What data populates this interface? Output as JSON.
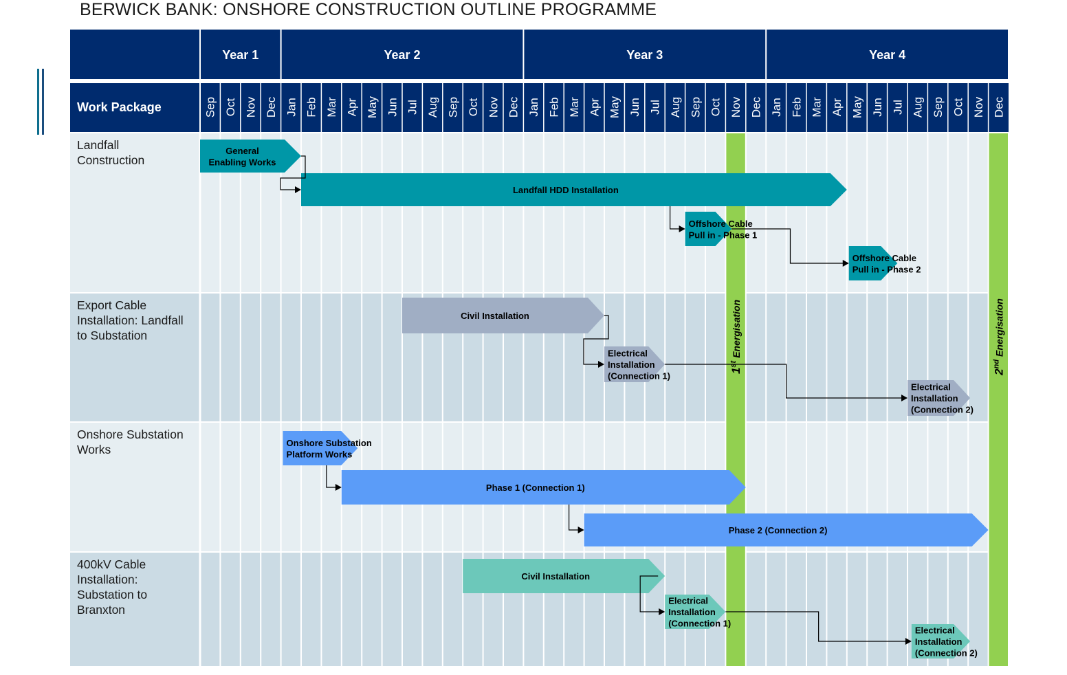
{
  "title": "BERWICK BANK: ONSHORE CONSTRUCTION OUTLINE PROGRAMME",
  "colors": {
    "header": "#002b6e",
    "green": "#92d050",
    "teal": "#0097a7",
    "slate": "#a0aec4",
    "blue": "#5b9cf8",
    "mint": "#6cc8ba",
    "row_light": "#e6eef2",
    "row_dark": "#cbdbe4"
  },
  "chart_data": {
    "type": "gantt",
    "title": "BERWICK BANK: ONSHORE CONSTRUCTION OUTLINE PROGRAMME",
    "column_header": "Work Package",
    "years": [
      {
        "label": "Year 1",
        "start": 0,
        "end": 4
      },
      {
        "label": "Year 2",
        "start": 4,
        "end": 16
      },
      {
        "label": "Year 3",
        "start": 16,
        "end": 28
      },
      {
        "label": "Year 4",
        "start": 28,
        "end": 40
      }
    ],
    "months": [
      "Sep",
      "Oct",
      "Nov",
      "Dec",
      "Jan",
      "Feb",
      "Mar",
      "Apr",
      "May",
      "Jun",
      "Jul",
      "Aug",
      "Sep",
      "Oct",
      "Nov",
      "Dec",
      "Jan",
      "Feb",
      "Mar",
      "Apr",
      "May",
      "Jun",
      "Jul",
      "Aug",
      "Sep",
      "Oct",
      "Nov",
      "Dec",
      "Jan",
      "Feb",
      "Mar",
      "Apr",
      "May",
      "Jun",
      "Jul",
      "Aug",
      "Sep",
      "Oct",
      "Nov",
      "Dec"
    ],
    "milestones": [
      {
        "id": "m1",
        "month": 26,
        "sup": "st",
        "label": "Energisation",
        "num": "1"
      },
      {
        "id": "m2",
        "month": 39,
        "sup": "nd",
        "label": "Energisation",
        "num": "2"
      }
    ],
    "work_packages": [
      {
        "name": "Landfall Construction",
        "name_lines": [
          "Landfall",
          "Construction"
        ],
        "tasks": [
          {
            "id": "t1",
            "label_lines": [
              "General",
              "Enabling Works"
            ],
            "start": 0,
            "end": 5,
            "color": "teal",
            "lane": 0,
            "align": "center"
          },
          {
            "id": "t2",
            "label_lines": [
              "Landfall HDD Installation"
            ],
            "start": 5,
            "end": 32,
            "color": "teal",
            "lane": 1,
            "align": "center"
          },
          {
            "id": "t3",
            "label_lines": [
              "Offshore Cable",
              "Pull in - Phase 1"
            ],
            "start": 24,
            "end": 26.3,
            "color": "teal",
            "lane": 2,
            "align": "left"
          },
          {
            "id": "t4",
            "label_lines": [
              "Offshore Cable",
              "Pull in - Phase 2"
            ],
            "start": 32.1,
            "end": 34.5,
            "color": "teal",
            "lane": 3,
            "align": "left"
          }
        ]
      },
      {
        "name": "Export Cable Installation: Landfall to Substation",
        "name_lines": [
          "Export Cable",
          "Installation: Landfall",
          "to Substation"
        ],
        "tasks": [
          {
            "id": "t5",
            "label_lines": [
              "Civil Installation"
            ],
            "start": 10,
            "end": 20,
            "color": "slate",
            "lane": 0,
            "align": "center"
          },
          {
            "id": "t6",
            "label_lines": [
              "Electrical",
              "Installation",
              "(Connection 1)"
            ],
            "start": 20,
            "end": 23,
            "color": "slate",
            "lane": 1,
            "align": "left"
          },
          {
            "id": "t7",
            "label_lines": [
              "Electrical",
              "Installation",
              "(Connection 2)"
            ],
            "start": 35,
            "end": 38.1,
            "color": "slate",
            "lane": 2,
            "align": "left"
          }
        ]
      },
      {
        "name": "Onshore Substation Works",
        "name_lines": [
          "Onshore Substation",
          "Works"
        ],
        "tasks": [
          {
            "id": "t8",
            "label_lines": [
              "Onshore Substation",
              "Platform Works"
            ],
            "start": 4.1,
            "end": 7.8,
            "color": "blue",
            "lane": 0,
            "align": "left"
          },
          {
            "id": "t9",
            "label_lines": [
              "Phase 1  (Connection 1)"
            ],
            "start": 7,
            "end": 27,
            "color": "blue",
            "lane": 1,
            "align": "center"
          },
          {
            "id": "t10",
            "label_lines": [
              "Phase 2  (Connection 2)"
            ],
            "start": 19,
            "end": 39,
            "color": "blue",
            "lane": 2,
            "align": "center"
          }
        ]
      },
      {
        "name": "400kV Cable Installation: Substation to Branxton",
        "name_lines": [
          "400kV Cable",
          "Installation:",
          "Substation to",
          "Branxton"
        ],
        "tasks": [
          {
            "id": "t11",
            "label_lines": [
              "Civil Installation"
            ],
            "start": 13,
            "end": 23,
            "color": "mint",
            "lane": 0,
            "align": "center"
          },
          {
            "id": "t12",
            "label_lines": [
              "Electrical",
              "Installation",
              "(Connection 1)"
            ],
            "start": 23,
            "end": 26,
            "color": "mint",
            "lane": 1,
            "align": "left"
          },
          {
            "id": "t13",
            "label_lines": [
              "Electrical",
              "Installation",
              "(Connection 2)"
            ],
            "start": 35.2,
            "end": 38.1,
            "color": "mint",
            "lane": 2,
            "align": "left"
          }
        ]
      }
    ],
    "dependencies": [
      {
        "from": "t1",
        "to": "t2"
      },
      {
        "from": "t2",
        "to": "t3"
      },
      {
        "from": "t3",
        "to": "t4"
      },
      {
        "from": "t5",
        "to": "t6"
      },
      {
        "from": "t6",
        "to": "t7"
      },
      {
        "from": "t8",
        "to": "t9"
      },
      {
        "from": "t9",
        "to": "t10"
      },
      {
        "from": "t11",
        "to": "t12"
      },
      {
        "from": "t12",
        "to": "t13"
      }
    ]
  }
}
